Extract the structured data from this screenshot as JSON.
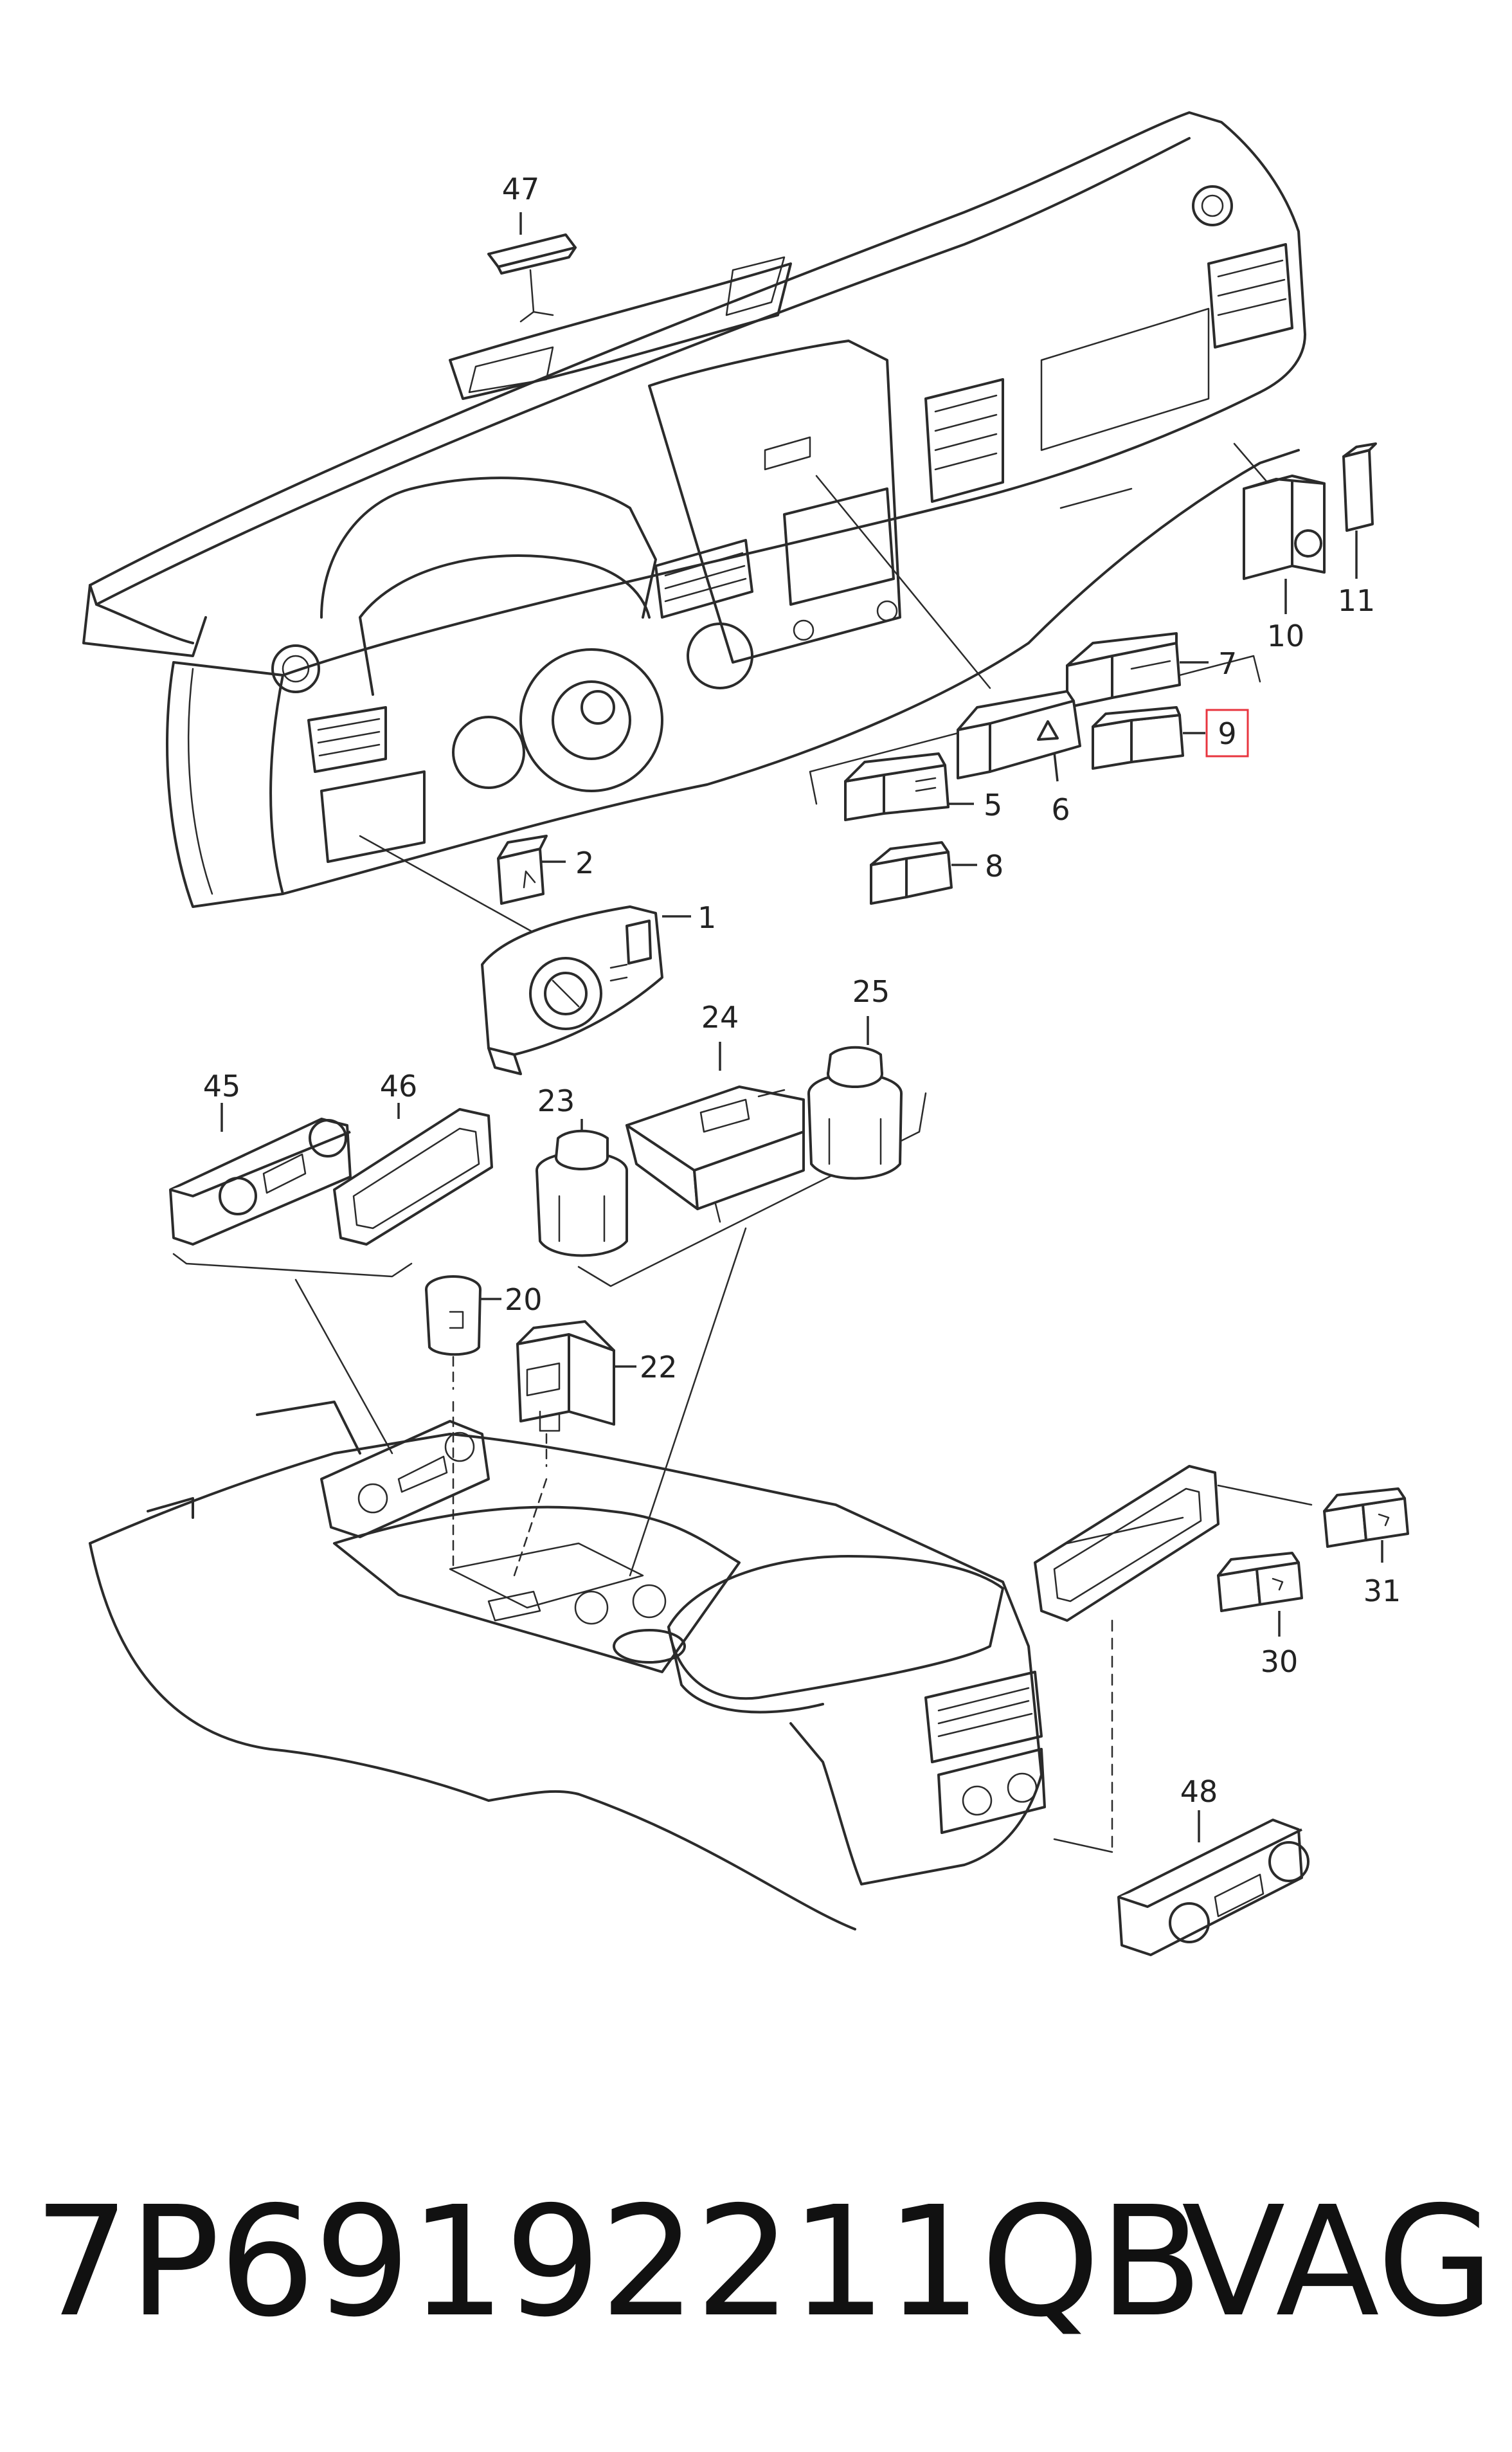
{
  "callouts": {
    "c47": "47",
    "c11": "11",
    "c10": "10",
    "c7": "7",
    "c9": "9",
    "c6": "6",
    "c5": "5",
    "c8": "8",
    "c2": "2",
    "c1": "1",
    "c24": "24",
    "c25": "25",
    "c23": "23",
    "c45": "45",
    "c46": "46",
    "c20": "20",
    "c22": "22",
    "c31": "31",
    "c30": "30",
    "c48": "48"
  },
  "highlight": {
    "callout": "9",
    "color": "#e8353f"
  },
  "caption": {
    "part_number": "7P69192211QB",
    "brand": "VAG"
  }
}
